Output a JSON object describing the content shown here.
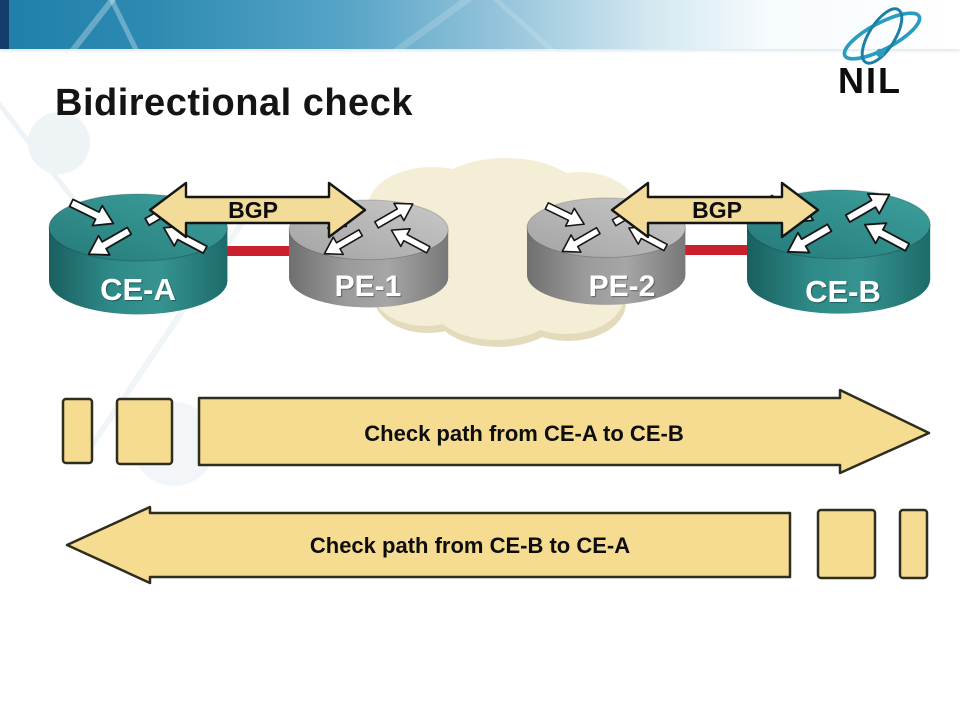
{
  "slide": {
    "title": "Bidirectional check"
  },
  "logo": {
    "text": "NIL"
  },
  "diagram": {
    "routers": [
      {
        "label": "CE-A",
        "color": "teal"
      },
      {
        "label": "PE-1",
        "color": "gray"
      },
      {
        "label": "PE-2",
        "color": "gray"
      },
      {
        "label": "CE-B",
        "color": "teal"
      }
    ],
    "bgp_sessions": [
      {
        "label": "BGP",
        "between": "CE-A and PE-1"
      },
      {
        "label": "BGP",
        "between": "PE-2 and CE-B"
      }
    ],
    "cloud": {
      "name": "provider-network-cloud"
    },
    "links": [
      {
        "from": "CE-A",
        "to": "PE-1"
      },
      {
        "from": "PE-2",
        "to": "CE-B"
      }
    ]
  },
  "checks": [
    {
      "label": "Check path from CE-A to CE-B",
      "direction": "right"
    },
    {
      "label": "Check path from CE-B to CE-A",
      "direction": "left"
    }
  ],
  "colors": {
    "banner_blue": "#1f7fa9",
    "banner_navy": "#143d6c",
    "router_teal": "#2f8f8d",
    "router_gray": "#9a9a9a",
    "bgp_arrow_fill": "#f3dc9a",
    "flow_arrow_fill": "#f6dc90",
    "link_red": "#c9202b",
    "cloud_fill": "#f4eed7",
    "title_color": "#141414"
  }
}
